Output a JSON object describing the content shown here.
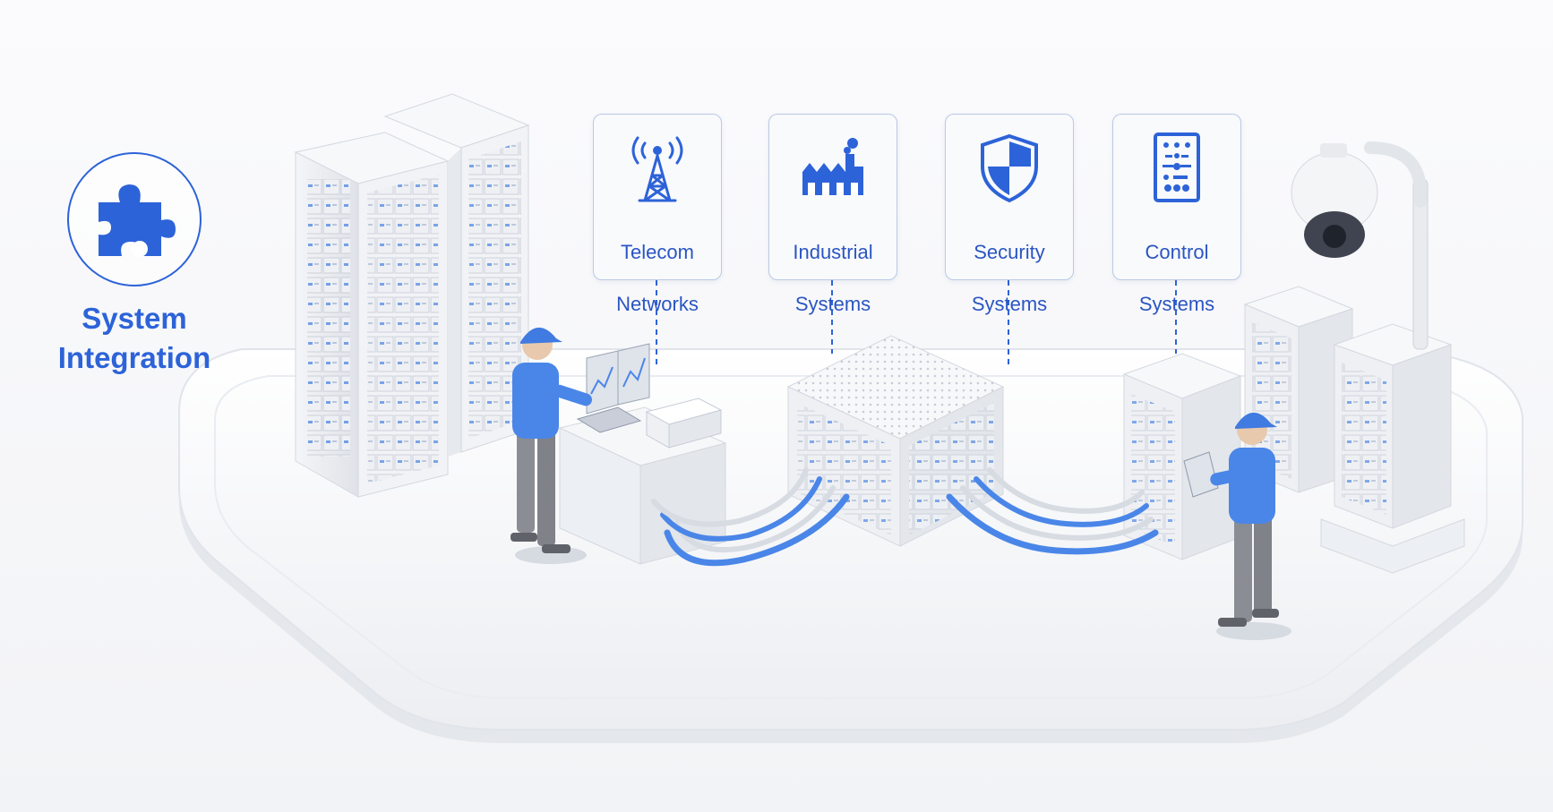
{
  "brand": {
    "line1": "System",
    "line2": "Integration",
    "icon": "puzzle-piece-icon"
  },
  "cards": [
    {
      "line1": "Telecom",
      "line2": "Networks",
      "icon": "radio-tower-icon"
    },
    {
      "line1": "Industrial",
      "line2": "Systems",
      "icon": "factory-icon"
    },
    {
      "line1": "Security",
      "line2": "Systems",
      "icon": "shield-icon"
    },
    {
      "line1": "Control",
      "line2": "Systems",
      "icon": "control-panel-icon"
    }
  ],
  "colors": {
    "accent": "#2d63d8",
    "cable": "#4a86e8",
    "worker_shirt": "#4a86e8",
    "worker_pants": "#8a8d93"
  }
}
